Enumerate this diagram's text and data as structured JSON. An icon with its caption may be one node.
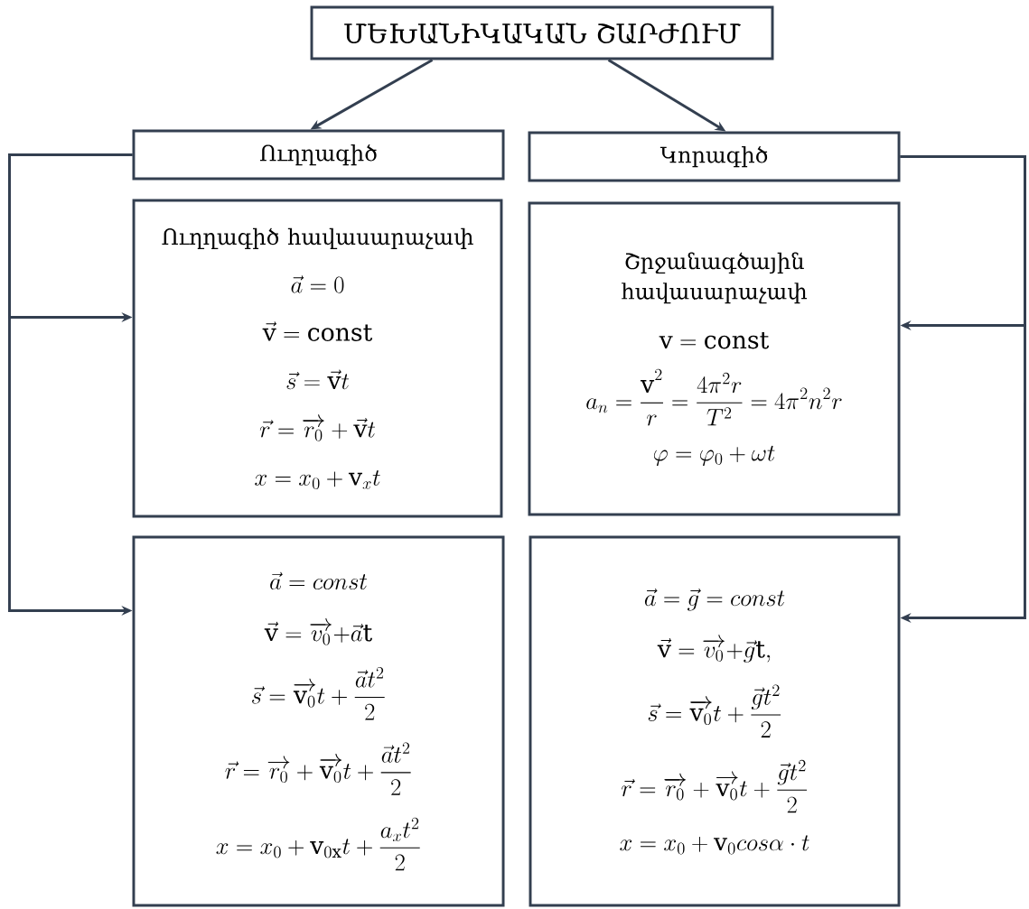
{
  "diagram": {
    "nodes": [
      {
        "text": [
          "ՄԵԽԱՆԻԿԱԿԱՆ ՇԱՐԺՈՒՄ"
        ]
      },
      {
        "text": [
          "Ուղղագիծ"
        ]
      },
      {
        "text": [
          "Կորագիծ"
        ]
      },
      {
        "text": [
          "Ուղղագիծ հավասարաչափ",
          "\\vec{a} = 0",
          "\\vec{\\mathrm{v}} = \\mathrm{const}",
          "\\vec{s} = \\vec{\\mathrm{v}}t",
          "\\vec{r} = \\overrightarrow{r_0} + \\vec{\\mathrm{v}}t",
          "x = x_0 + \\mathrm{v}_x t"
        ]
      },
      {
        "text": [
          "Շրջանագծային հավասարաչափ",
          "\\mathrm{v} = \\mathrm{const}",
          "a_n = \\frac{\\mathrm{v}^2}{r} = \\frac{4\\pi^2 r}{T^2} = 4\\pi^2 n^2 r",
          "\\varphi = \\varphi_0 + \\omega t"
        ]
      },
      {
        "text": [
          "\\vec{a} = const",
          "\\vec{\\mathrm{v}} = \\overrightarrow{v_0}{+}\\vec{a}\\mathrm{t}",
          "\\vec{s} = \\overrightarrow{\\mathrm{v}_0}t + \\frac{\\vec{a}t^2}{2}",
          "\\vec{r} = \\overrightarrow{r_0} + \\overrightarrow{\\mathrm{v}_0}t + \\frac{\\vec{a}t^2}{2}",
          "x = x_0 + \\mathrm{v}_{0\\mathrm{x}}t + \\frac{a_x t^2}{2}"
        ]
      },
      {
        "text": [
          "\\vec{a} = \\vec{g} = const",
          "\\vec{\\mathrm{v}} = \\overrightarrow{v_0}{+}\\vec{g}\\mathrm{t},",
          "\\vec{s} = \\overrightarrow{\\mathrm{v}_0}t + \\frac{\\vec{g}t^2}{2}",
          "\\vec{r} = \\overrightarrow{r_0} + \\overrightarrow{\\mathrm{v}_0}t + \\frac{\\vec{g}t^2}{2}",
          "x = x_0 + \\mathrm{v}_0 cos\\alpha \\cdot t"
        ]
      }
    ],
    "edges": [
      {
        "from": 0,
        "to": 1,
        "arrow": "to"
      },
      {
        "from": 0,
        "to": 2,
        "arrow": "to"
      },
      {
        "from": 1,
        "to": 3,
        "arrow": "to"
      },
      {
        "from": 1,
        "to": 5,
        "arrow": "to"
      },
      {
        "from": 2,
        "to": 4,
        "arrow": "to"
      },
      {
        "from": 2,
        "to": 6,
        "arrow": "to"
      }
    ]
  }
}
